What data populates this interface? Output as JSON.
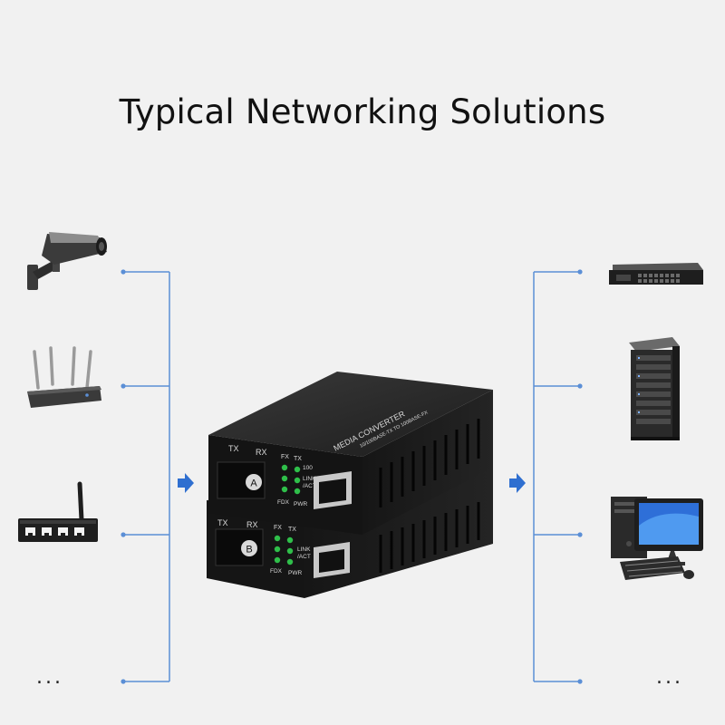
{
  "title": "Typical Networking Solutions",
  "left_devices": [
    {
      "icon": "security-camera-icon"
    },
    {
      "icon": "wifi-router-icon"
    },
    {
      "icon": "network-switch-icon"
    },
    {
      "icon": "more-ellipsis",
      "text": "..."
    }
  ],
  "right_devices": [
    {
      "icon": "rack-switch-icon"
    },
    {
      "icon": "server-cabinet-icon"
    },
    {
      "icon": "desktop-computer-icon"
    },
    {
      "icon": "more-ellipsis",
      "text": "..."
    }
  ],
  "converter_top": {
    "brand": "MEDIA CONVERTER",
    "spec": "10/100BASE-TX TO 100BASE-FX",
    "tx": "TX",
    "rx": "RX",
    "port": "A",
    "led_fx": "FX",
    "led_tx": "TX",
    "led_100": "100",
    "led_link": "LINK",
    "led_act": "/ACT",
    "led_fdx": "FDX",
    "led_pwr": "PWR"
  },
  "converter_bottom": {
    "tx": "TX",
    "rx": "RX",
    "port": "B",
    "led_fx": "FX",
    "led_tx": "TX",
    "led_link": "LINK",
    "led_act": "/ACT",
    "led_fdx": "FDX",
    "led_pwr": "PWR"
  },
  "colors": {
    "line": "#5b8fd6",
    "arrow": "#2f6fd0",
    "led": "#2fbf4a",
    "device_body": "#1b1b1b"
  }
}
